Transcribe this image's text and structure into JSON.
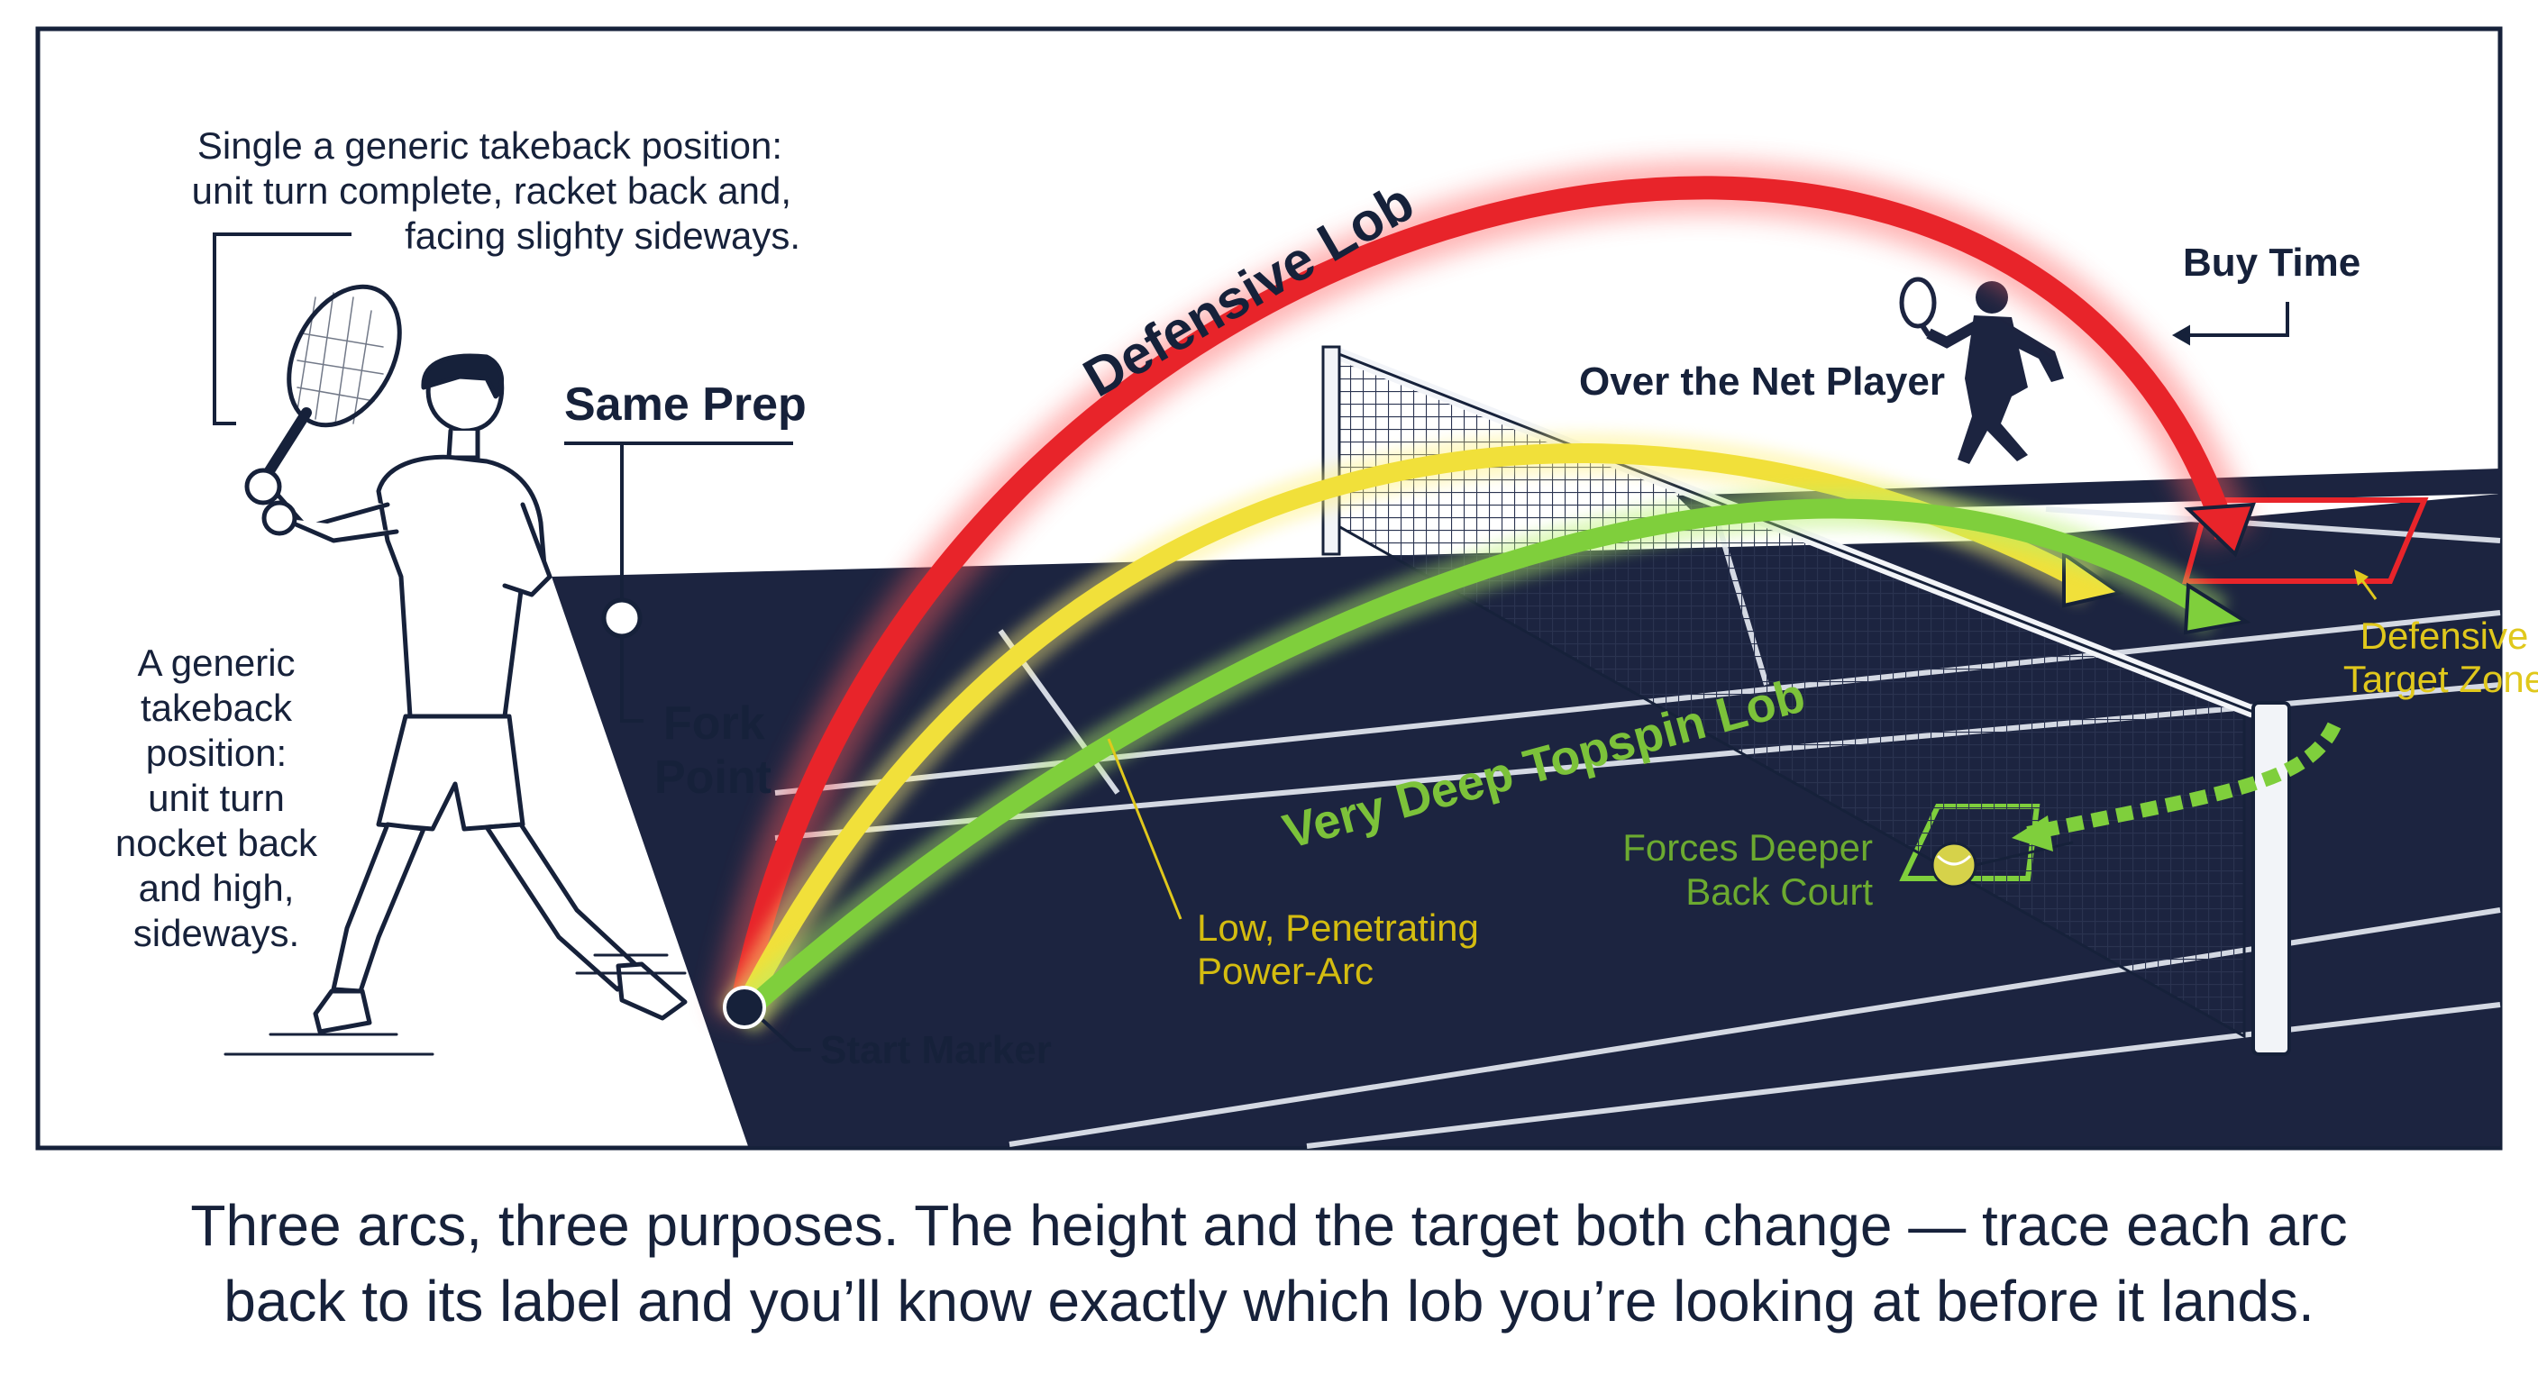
{
  "arcs": [
    {
      "label": "Defensive Lob",
      "color": "#e8242a",
      "glow": "#ff6a6a"
    },
    {
      "label": "Low, Penetrating Power-Arc",
      "color": "#f1e03a",
      "glow": "#fff07a"
    },
    {
      "label": "Very Deep Topspin Lob",
      "color": "#7fcf3c",
      "glow": "#b6f06a"
    }
  ],
  "labels": {
    "defensive_lob": "Defensive Lob",
    "very_deep_topspin": "Very Deep Topspin Lob",
    "power_arc_line1": "Low, Penetrating",
    "power_arc_line2": "Power-Arc",
    "same_prep": "Same Prep",
    "fork_point_line1": "Fork",
    "fork_point_line2": "Point",
    "start_marker": "Start Marker",
    "over_net_player": "Over the Net Player",
    "buy_time": "Buy Time",
    "def_target_line1": "Defensive",
    "def_target_line2": "Target Zone",
    "forces_line1": "Forces Deeper",
    "forces_line2": "Back Court",
    "top_note": [
      "Single a generic takeback position:",
      "unit turn complete, racket back and,",
      "facing slighty sideways."
    ],
    "left_note": [
      "A generic",
      "takeback",
      "position:",
      "unit turn",
      "nocket back",
      "and high,",
      "sideways."
    ]
  },
  "caption": {
    "line1": "Three arcs, three purposes. The height and the target both change — trace each arc",
    "line2": "back to its label and you’ll know exactly which lob you’re looking at before it lands."
  },
  "colors": {
    "court": "#1c2440",
    "ink": "#16213a",
    "frame": "#16213a",
    "yellow_text": "#e0c81c",
    "green_text": "#7cc23a",
    "green_small": "#6caa30"
  }
}
